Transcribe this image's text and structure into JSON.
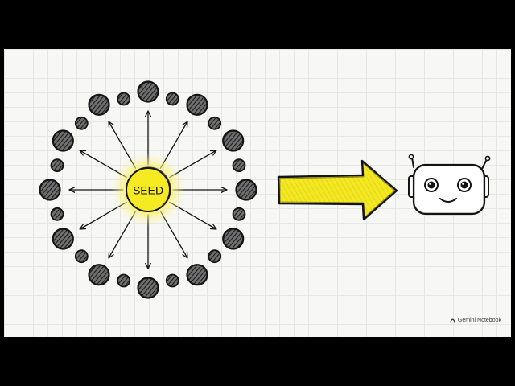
{
  "diagram": {
    "seed_label": "SEED",
    "colors": {
      "highlight": "#f5ea2a",
      "glow": "#fbf38a",
      "ink": "#141414",
      "node_fill": "#5c5c5c",
      "canvas": "#f7f7f5"
    },
    "icons": [
      "seed-node",
      "outer-node",
      "outward-arrow",
      "large-arrow-icon",
      "robot-icon"
    ]
  },
  "watermark": {
    "text": "Gemini Notebook",
    "icon": "notebook-logo-icon"
  }
}
